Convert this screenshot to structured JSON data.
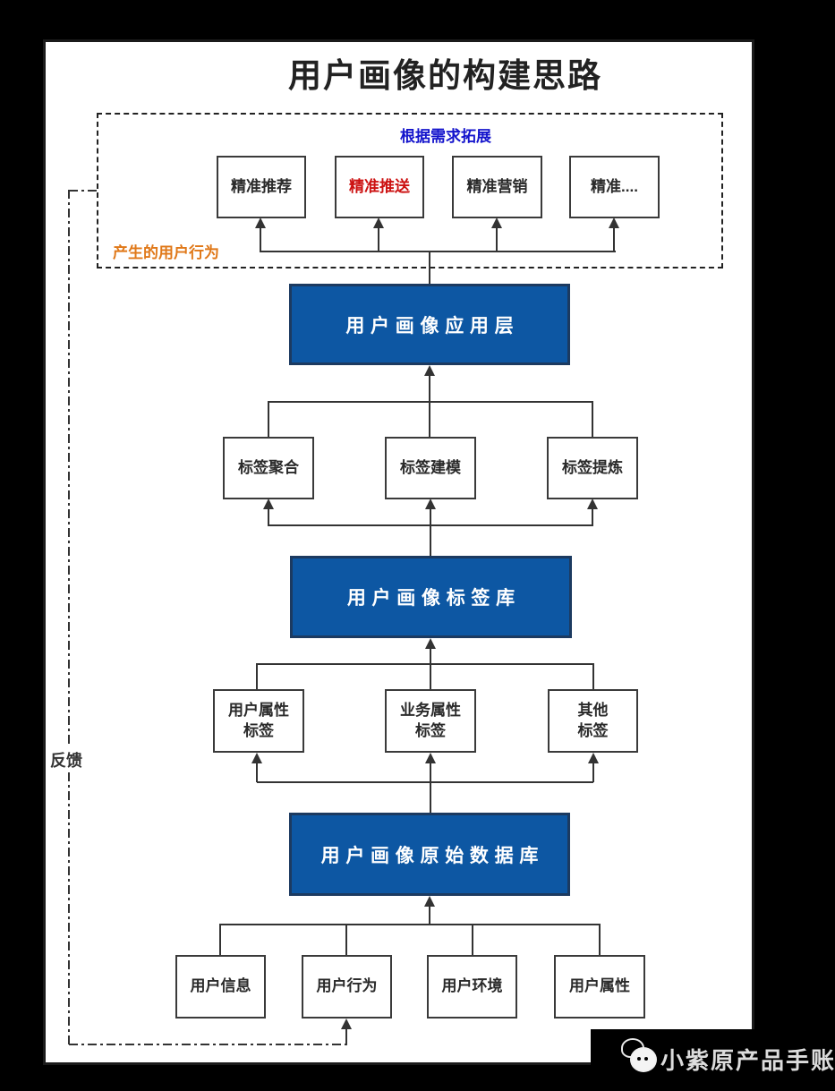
{
  "title": "用户画像的构建思路",
  "notes": {
    "expand": {
      "text": "根据需求拓展",
      "color": "#1414cc"
    },
    "behavior": {
      "text": "产生的用户行为",
      "color": "#e07818"
    },
    "feedback": {
      "text": "反馈"
    }
  },
  "application_boxes": [
    {
      "label": "精准推荐",
      "color": "#2a2a2a"
    },
    {
      "label": "精准推送",
      "color": "#cc1111"
    },
    {
      "label": "精准营销",
      "color": "#2a2a2a"
    },
    {
      "label": "精准....",
      "color": "#2a2a2a"
    }
  ],
  "layers": {
    "application": "用户画像应用层",
    "tag_library": "用户画像标签库",
    "raw_database": "用户画像原始数据库"
  },
  "tag_process_boxes": [
    {
      "label": "标签聚合"
    },
    {
      "label": "标签建模"
    },
    {
      "label": "标签提炼"
    }
  ],
  "tag_type_boxes": [
    {
      "line1": "用户属性",
      "line2": "标签"
    },
    {
      "line1": "业务属性",
      "line2": "标签"
    },
    {
      "line1": "其他",
      "line2": "标签"
    }
  ],
  "data_source_boxes": [
    {
      "label": "用户信息"
    },
    {
      "label": "用户行为"
    },
    {
      "label": "用户环境"
    },
    {
      "label": "用户属性"
    }
  ],
  "watermark": {
    "text": "小紫原产品手账"
  },
  "colors": {
    "layer_fill": "#0d57a3",
    "layer_border": "#1c3a60",
    "line": "#333333",
    "note_blue": "#1414cc",
    "note_orange": "#e07818",
    "highlight_red": "#cc1111"
  }
}
